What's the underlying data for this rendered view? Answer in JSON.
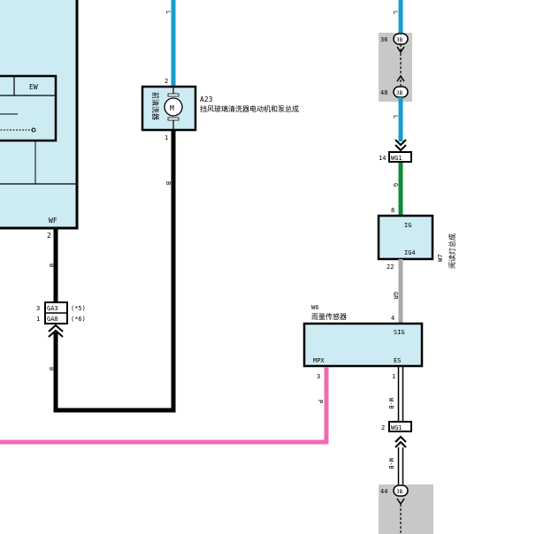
{
  "left_ecu": {
    "inner_label": "EW",
    "bottom_pin_label": "WF",
    "pin_out": "2",
    "wire_color": "B"
  },
  "connector_left": {
    "pin_a": "3",
    "pin_b": "1",
    "name_a": "GA3",
    "name_b": "GA8",
    "note_a": "(*5)",
    "note_b": "(*6)",
    "wire_below": "B"
  },
  "motor": {
    "ref": "A23",
    "name": "挡风玻璃清洗器电动机和泵总成",
    "inner_text": "前清洗器",
    "symbol": "M",
    "pin_top": "2",
    "pin_bottom": "1",
    "wire_top": "L",
    "wire_bottom": "B"
  },
  "right_column": {
    "wire_top": "L",
    "junction1_pin": "36",
    "junction1_label": "3B",
    "junction2_pin": "48",
    "junction2_label": "3B",
    "wire_mid": "L",
    "conn_wg1_pin": "14",
    "conn_wg1_label": "WG1",
    "wire_green": "G",
    "junction3_pin": "44",
    "junction3_label": "3B"
  },
  "w7": {
    "ref": "W7",
    "name": "阅读灯总成",
    "pin_in": "8",
    "pin_out": "22",
    "label_top": "IG",
    "label_bottom": "IG4",
    "wire_out": "GR"
  },
  "w6": {
    "ref": "W6",
    "name": "雨量传感器",
    "pin_sig": "4",
    "label_sig": "SIG",
    "label_mpx": "MPX",
    "label_es": "ES",
    "pin_mpx": "3",
    "pin_es": "1",
    "wire_mpx": "P",
    "wire_es": "W-B",
    "conn_pin": "2",
    "conn_label": "WG1",
    "wire_es_below": "W-B"
  },
  "colors": {
    "box_fill": "#cdebf2",
    "blue_wire": "#169ccb",
    "green_wire": "#11883a",
    "gray_wire": "#a9a9a9",
    "pink_wire": "#f06ab2",
    "junction_bg": "#c8c8c8"
  }
}
